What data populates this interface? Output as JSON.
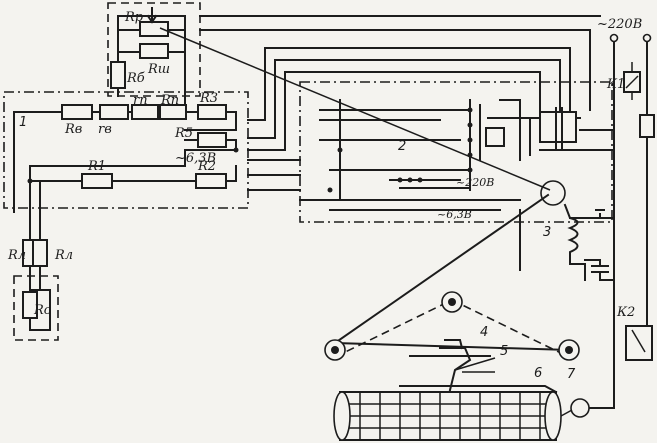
{
  "labels": {
    "rp": "Rp",
    "rsh": "Rш",
    "rb": "Rб",
    "rp2": "Rп",
    "rp_small": "rп",
    "rv": "Rв",
    "rv_small": "rв",
    "r3": "R3",
    "r5": "R5",
    "r1": "R1",
    "r2": "R2",
    "rl_left": "Rл",
    "rl_right": "Rл",
    "rc": "Rс",
    "v63_top": "~6,3В",
    "v63_bottom": "~6,3В",
    "v220_top": "~220В",
    "v220_mid": "~220В",
    "k1": "К1",
    "k2": "К2",
    "n1": "1",
    "n2": "2",
    "n3": "3",
    "n4": "4",
    "n5": "5",
    "n6": "6",
    "n7": "7"
  }
}
